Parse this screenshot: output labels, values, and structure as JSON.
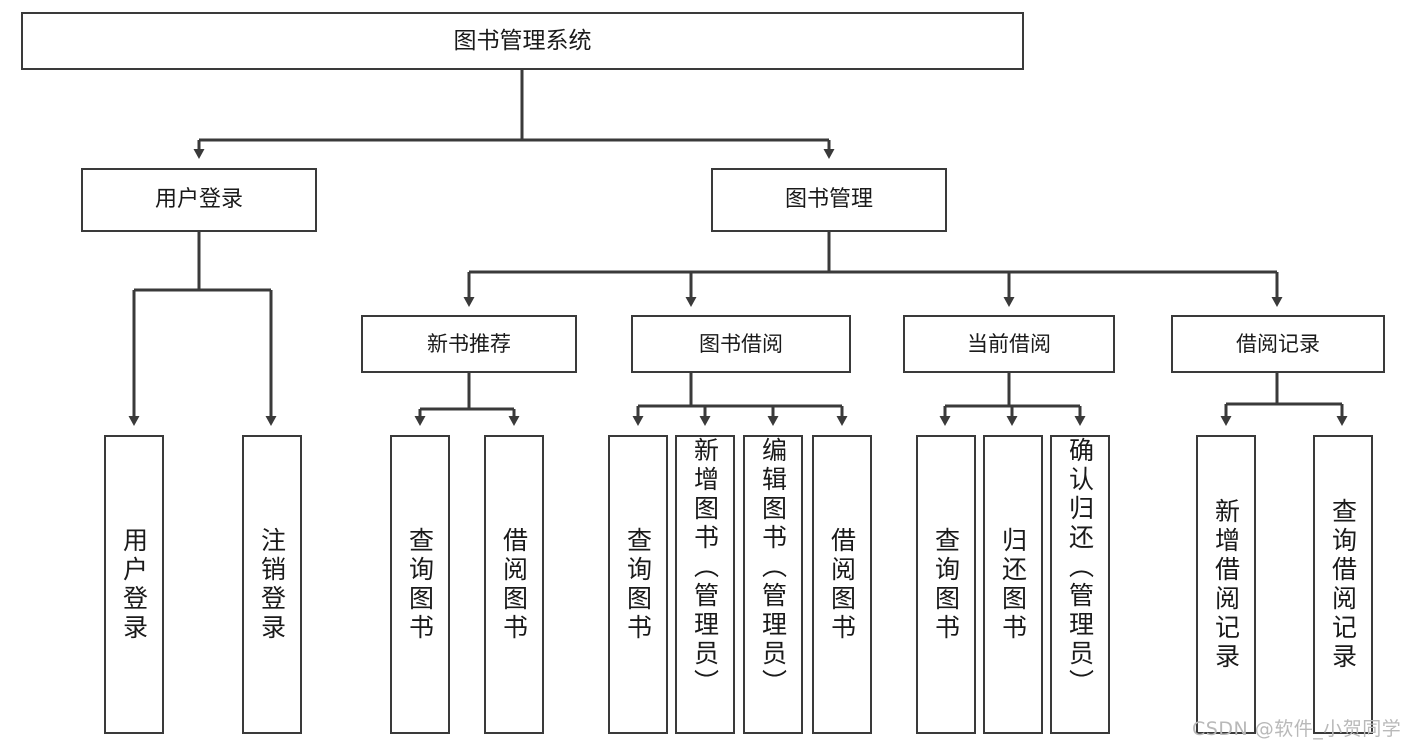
{
  "diagram": {
    "type": "tree",
    "title": "图书管理系统",
    "root": {
      "label": "图书管理系统"
    },
    "level1": [
      {
        "label": "用户登录"
      },
      {
        "label": "图书管理"
      }
    ],
    "level2": [
      {
        "label": "新书推荐"
      },
      {
        "label": "图书借阅"
      },
      {
        "label": "当前借阅"
      },
      {
        "label": "借阅记录"
      }
    ],
    "leaves": {
      "user_login": [
        {
          "label": "用户登录"
        },
        {
          "label": "注销登录"
        }
      ],
      "new_book": [
        {
          "label": "查询图书"
        },
        {
          "label": "借阅图书"
        }
      ],
      "book_borrow": [
        {
          "label": "查询图书"
        },
        {
          "label": "新增图书（管理员）"
        },
        {
          "label": "编辑图书（管理员）"
        },
        {
          "label": "借阅图书"
        }
      ],
      "current_borrow": [
        {
          "label": "查询图书"
        },
        {
          "label": "归还图书"
        },
        {
          "label": "确认归还（管理员）"
        }
      ],
      "borrow_record": [
        {
          "label": "新增借阅记录"
        },
        {
          "label": "查询借阅记录"
        }
      ]
    }
  },
  "watermark": {
    "text": "CSDN @软件_小贺同学"
  },
  "colors": {
    "stroke": "#3a3a3a",
    "background": "#ffffff",
    "text": "#1a1a1a",
    "watermark": "#b9b9b9"
  }
}
